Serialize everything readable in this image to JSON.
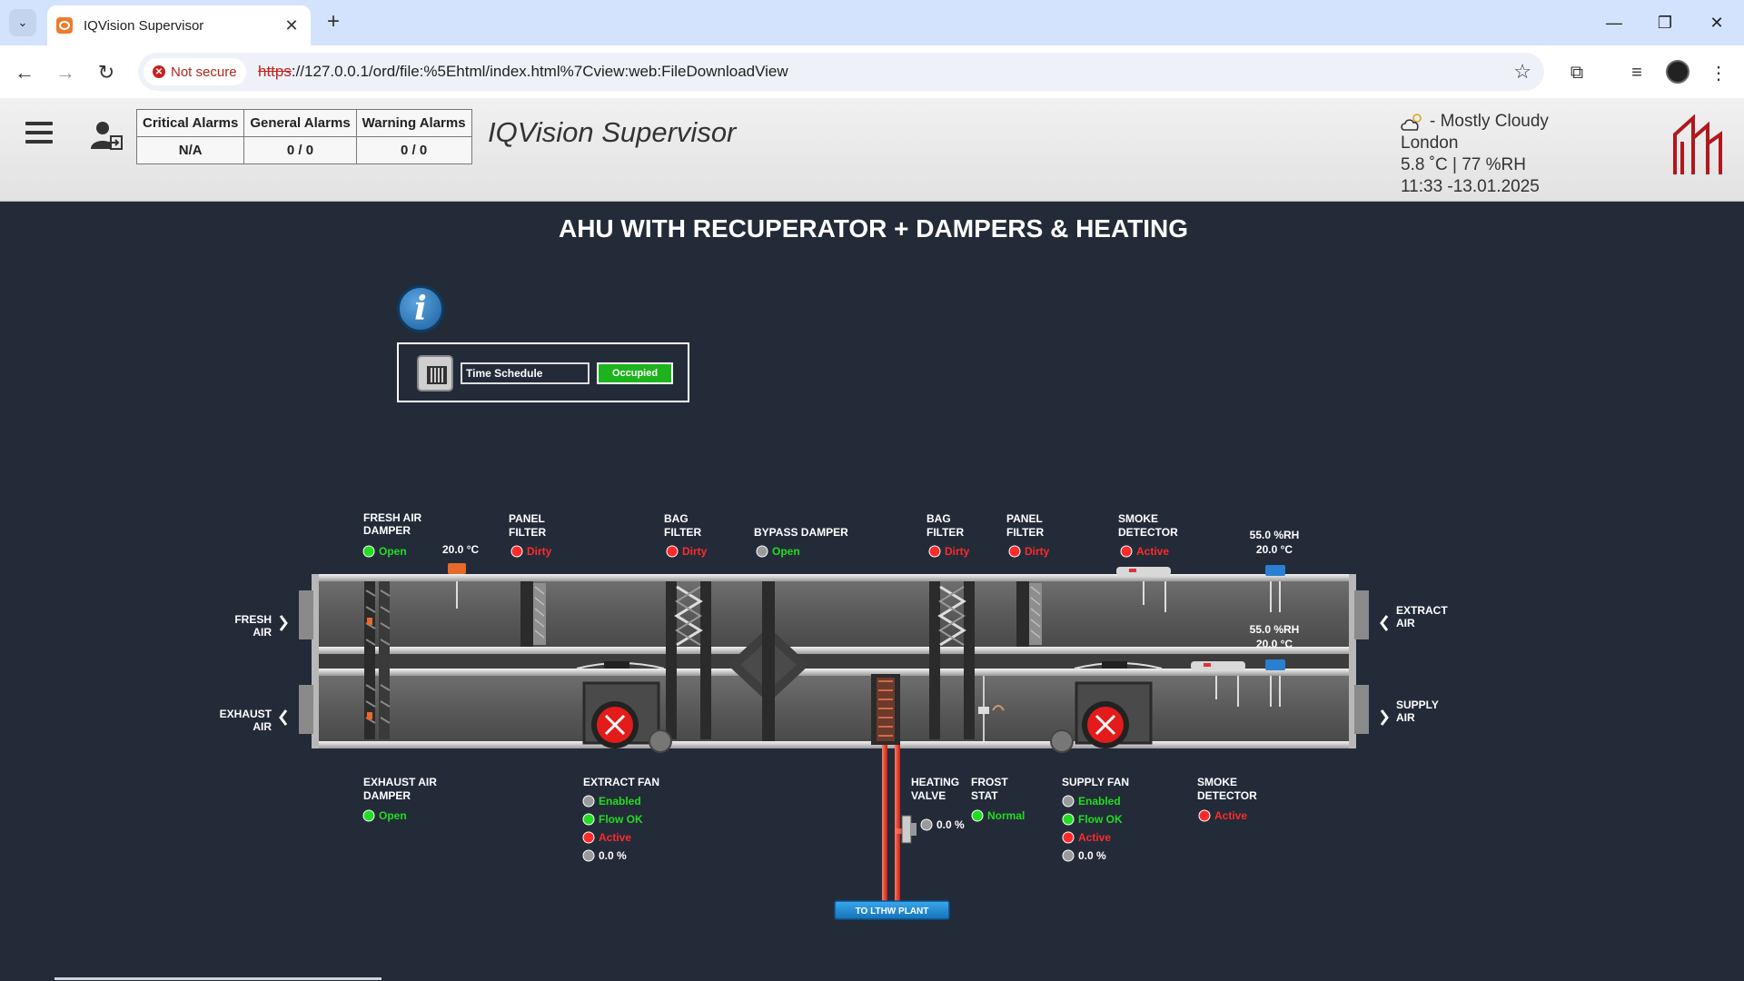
{
  "browser": {
    "tab_title": "IQVision Supervisor",
    "security_label": "Not secure",
    "url_protocol": "https",
    "url_rest": "://127.0.0.1/ord/file:%5Ehtml/index.html%7Cview:web:FileDownloadView"
  },
  "header": {
    "alarms": {
      "headers": [
        "Critical Alarms",
        "General Alarms",
        "Warning Alarms"
      ],
      "values": [
        "N/A",
        "0 / 0",
        "0 / 0"
      ]
    },
    "app_title": "IQVision Supervisor",
    "weather": {
      "condition": "- Mostly Cloudy",
      "city": "London",
      "temp_rh": "5.8 ˚C | 77 %RH",
      "datetime": "11:33 -13.01.2025"
    }
  },
  "page": {
    "title": "AHU WITH RECUPERATOR + DAMPERS & HEATING",
    "schedule": {
      "name": "Time Schedule",
      "status": "Occupied"
    }
  },
  "diagram": {
    "fresh_air": [
      "FRESH",
      "AIR"
    ],
    "exhaust_air": [
      "EXHAUST",
      "AIR"
    ],
    "extract_air": [
      "EXTRACT",
      "AIR"
    ],
    "supply_air": [
      "SUPPLY",
      "AIR"
    ],
    "fresh_air_damper": {
      "label": [
        "FRESH AIR",
        "DAMPER"
      ],
      "status": "Open"
    },
    "fresh_air_temp": "20.0 °C",
    "panel_filter_1": {
      "label": [
        "PANEL",
        "FILTER"
      ],
      "status": "Dirty"
    },
    "bag_filter_1": {
      "label": [
        "BAG",
        "FILTER"
      ],
      "status": "Dirty"
    },
    "bypass_damper": {
      "label": "BYPASS DAMPER",
      "status": "Open"
    },
    "bag_filter_2": {
      "label": [
        "BAG",
        "FILTER"
      ],
      "status": "Dirty"
    },
    "panel_filter_2": {
      "label": [
        "PANEL",
        "FILTER"
      ],
      "status": "Dirty"
    },
    "smoke_detector_1": {
      "label": [
        "SMOKE",
        "DETECTOR"
      ],
      "status": "Active"
    },
    "extract_sensor": {
      "rh": "55.0 %RH",
      "temp": "20.0 °C"
    },
    "supply_sensor": {
      "rh": "55.0 %RH",
      "temp": "20.0 °C"
    },
    "exhaust_air_damper": {
      "label": [
        "EXHAUST AIR",
        "DAMPER"
      ],
      "status": "Open"
    },
    "extract_fan": {
      "label": "EXTRACT FAN",
      "enabled": "Enabled",
      "flow": "Flow OK",
      "alarm": "Active",
      "speed": "0.0 %"
    },
    "heating_valve": {
      "label": [
        "HEATING",
        "VALVE"
      ],
      "value": "0.0 %"
    },
    "frost_stat": {
      "label": [
        "FROST",
        "STAT"
      ],
      "status": "Normal"
    },
    "supply_fan": {
      "label": "SUPPLY FAN",
      "enabled": "Enabled",
      "flow": "Flow OK",
      "alarm": "Active",
      "speed": "0.0 %"
    },
    "smoke_detector_2": {
      "label": [
        "SMOKE",
        "DETECTOR"
      ],
      "status": "Active"
    },
    "lthw_button": "TO LTHW PLANT"
  },
  "colors": {
    "status_green": "#22dd22",
    "status_red": "#ff2a2a",
    "status_grey": "#9a9a9a",
    "occupied": "#1db31d",
    "pipe_red": "#e0321c",
    "lthw_blue": "#1e8fd6"
  },
  "icons": [
    "menu-icon",
    "user-login-icon",
    "cloud-sun-icon",
    "building-logo-icon",
    "info-icon",
    "calendar-icon",
    "fan-icon"
  ]
}
